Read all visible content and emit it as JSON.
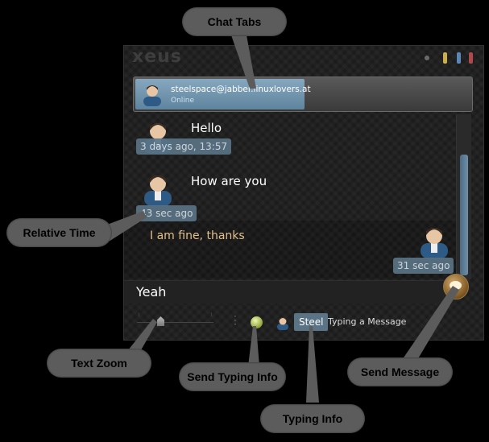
{
  "app": {
    "logo": "xeus",
    "title_buttons": [
      {
        "icon": "minimize-dot-icon",
        "color": "#6a6a6a"
      },
      {
        "icon": "yellow-bar-icon",
        "color": "#c9b04a"
      },
      {
        "icon": "blue-bar-icon",
        "color": "#5a86b8"
      },
      {
        "icon": "red-bar-icon",
        "color": "#b04a4a"
      }
    ]
  },
  "tabs": [
    {
      "name": "steelspace@jabber.linuxlovers.at",
      "status": "Online"
    }
  ],
  "messages": [
    {
      "text": "Hello",
      "time": "3 days ago, 13:57",
      "mine": false
    },
    {
      "text": "How are you",
      "time": "43 sec ago",
      "mine": false
    },
    {
      "text": "I am fine, thanks",
      "time": "31 sec ago",
      "mine": true
    }
  ],
  "input": {
    "value": "Yeah"
  },
  "statusbar": {
    "typing_name": "Steel",
    "typing_text": "Typing a Message"
  },
  "callouts": {
    "chat_tabs": "Chat Tabs",
    "relative_time": "Relative Time",
    "text_zoom": "Text Zoom",
    "send_typing_info": "Send Typing Info",
    "send_message": "Send Message",
    "typing_info": "Typing Info"
  },
  "colors": {
    "background": "#000000",
    "window": "#1c1c1c",
    "accent": "#5a7385",
    "callout": "#5c5c5c",
    "own_message": "#e3c08b"
  }
}
